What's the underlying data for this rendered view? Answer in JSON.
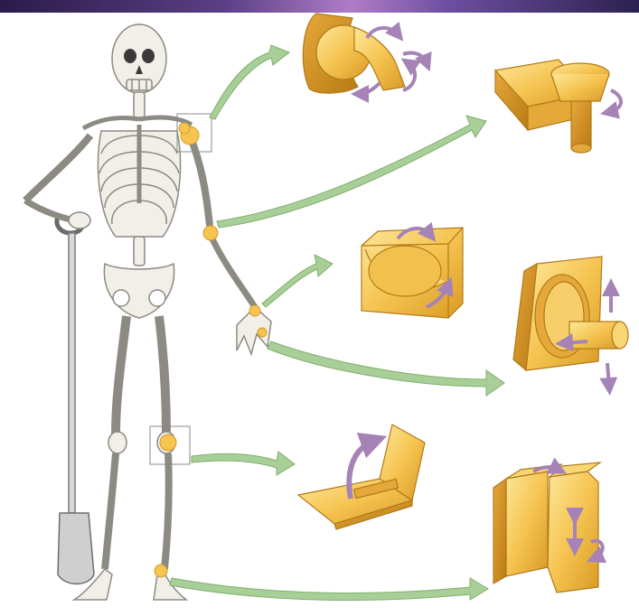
{
  "figure": {
    "subject": "skeleton-with-shovel",
    "highlight_color": "#f5c451",
    "arrow_color": "#a9cf98",
    "joint_models": [
      {
        "name": "ball-and-socket"
      },
      {
        "name": "pivot"
      },
      {
        "name": "saddle"
      },
      {
        "name": "condyloid"
      },
      {
        "name": "hinge"
      },
      {
        "name": "plane"
      }
    ]
  }
}
